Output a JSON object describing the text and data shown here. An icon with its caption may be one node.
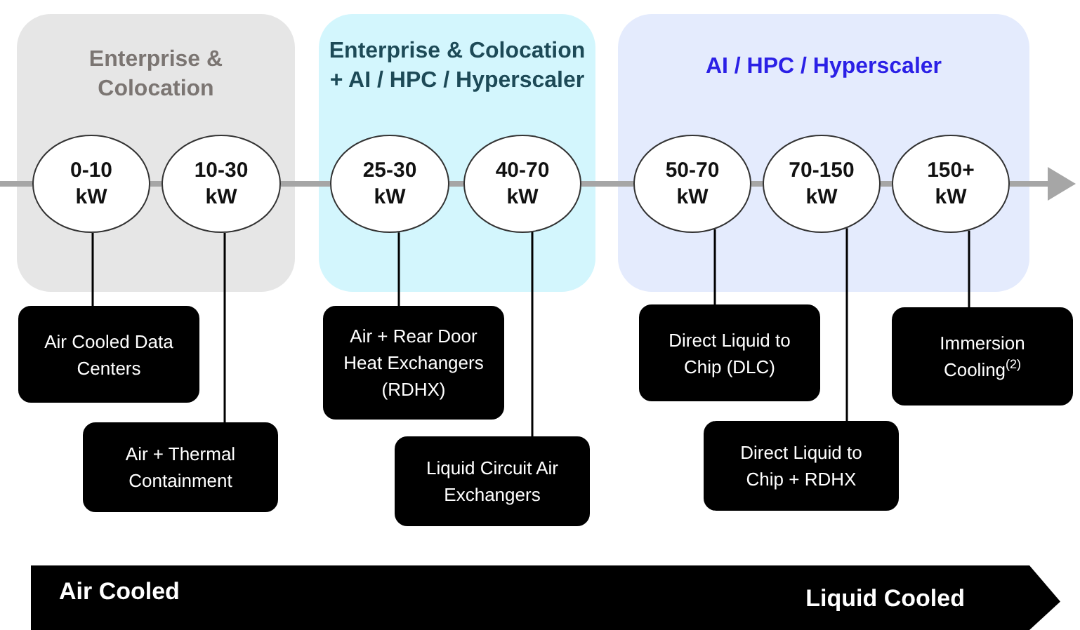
{
  "diagram": {
    "nodes": [
      {
        "text": [
          "Enterprise & Colocation"
        ]
      },
      {
        "text": [
          "Enterprise & Colocation + AI / HPC / Hyperscaler"
        ]
      },
      {
        "text": [
          "AI / HPC / Hyperscaler"
        ]
      },
      {
        "text": [
          "0-10 kW"
        ],
        "in": 0
      },
      {
        "text": [
          "10-30 kW"
        ],
        "in": 0
      },
      {
        "text": [
          "25-30 kW"
        ],
        "in": 1
      },
      {
        "text": [
          "40-70 kW"
        ],
        "in": 1
      },
      {
        "text": [
          "50-70 kW"
        ],
        "in": 2
      },
      {
        "text": [
          "70-150 kW"
        ],
        "in": 2
      },
      {
        "text": [
          "150+ kW"
        ],
        "in": 2
      },
      {
        "text": [
          "Air Cooled Data Centers"
        ]
      },
      {
        "text": [
          "Air + Thermal Containment"
        ]
      },
      {
        "text": [
          "Air + Rear Door Heat Exchangers (RDHX)"
        ]
      },
      {
        "text": [
          "Liquid Circuit Air Exchangers"
        ]
      },
      {
        "text": [
          "Direct Liquid to Chip (DLC)"
        ]
      },
      {
        "text": [
          "Direct Liquid to Chip + RDHX"
        ]
      },
      {
        "text": [
          "Immersion Cooling$^{(2)}$"
        ]
      },
      {
        "text": [
          "Air Cooled",
          "Liquid Cooled"
        ]
      }
    ],
    "edges": [
      {
        "from": null,
        "to": 3,
        "arrow": "none"
      },
      {
        "from": 3,
        "to": 4,
        "arrow": "none"
      },
      {
        "from": 4,
        "to": 5,
        "arrow": "none"
      },
      {
        "from": 5,
        "to": 6,
        "arrow": "none"
      },
      {
        "from": 6,
        "to": 7,
        "arrow": "none"
      },
      {
        "from": 7,
        "to": 8,
        "arrow": "none"
      },
      {
        "from": 8,
        "to": 9,
        "arrow": "none"
      },
      {
        "from": 9,
        "to": null,
        "arrow": "to"
      },
      {
        "from": 3,
        "to": 10,
        "arrow": "none",
        "color": "#000000"
      },
      {
        "from": 4,
        "to": 11,
        "arrow": "none",
        "color": "#000000"
      },
      {
        "from": 5,
        "to": 12,
        "arrow": "none",
        "color": "#000000"
      },
      {
        "from": 6,
        "to": 13,
        "arrow": "none",
        "color": "#000000"
      },
      {
        "from": 7,
        "to": 14,
        "arrow": "none",
        "color": "#000000"
      },
      {
        "from": 8,
        "to": 15,
        "arrow": "none",
        "color": "#000000"
      },
      {
        "from": 9,
        "to": 16,
        "arrow": "none",
        "color": "#000000"
      }
    ]
  }
}
